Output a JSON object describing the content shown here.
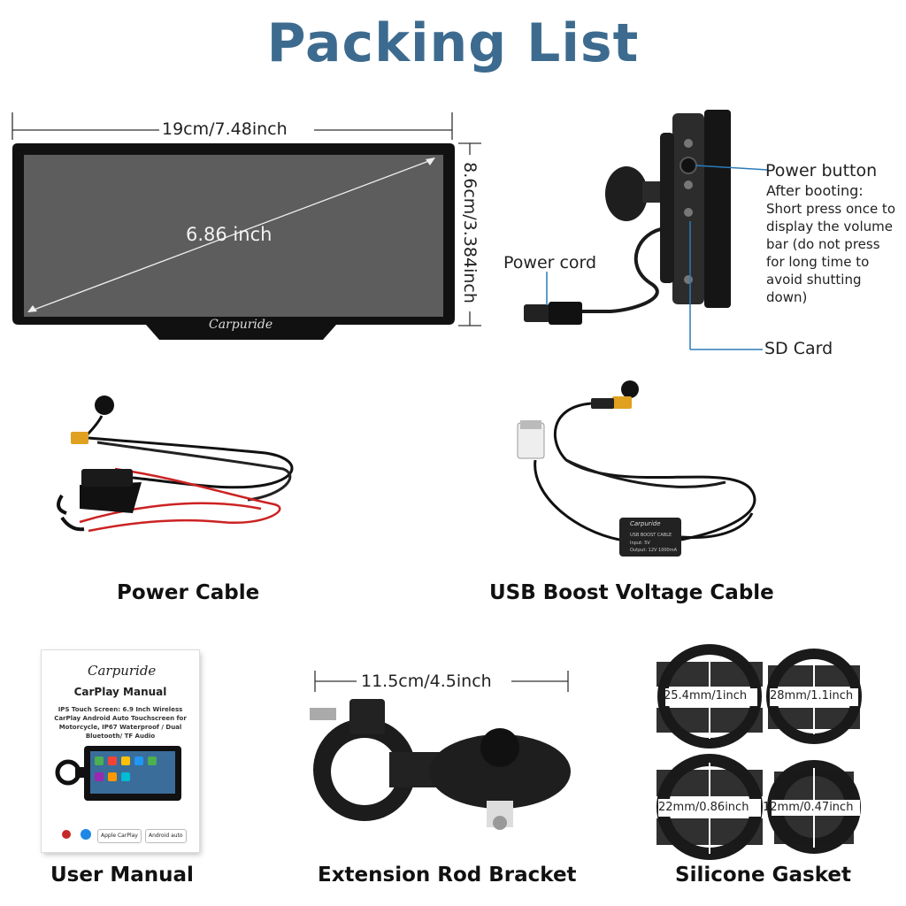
{
  "title": "Packing List",
  "brand": "Carpuride",
  "screen": {
    "width_label": "19cm/7.48inch",
    "height_label": "8.6cm/3.384inch",
    "diagonal_label": "6.86 inch"
  },
  "side_view": {
    "power_button_label": "Power button",
    "after_booting_label": "After booting:",
    "power_button_note": "Short press once to display the volume bar (do not press for long time to avoid shutting down)",
    "power_cord_label": "Power cord",
    "sd_card_label": "SD Card"
  },
  "captions": {
    "power_cable": "Power Cable",
    "usb_boost": "USB Boost Voltage Cable",
    "user_manual": "User Manual",
    "extension_bracket": "Extension Rod Bracket",
    "silicone_gasket": "Silicone Gasket"
  },
  "usb_box": {
    "brand": "Carpuride",
    "line1": "USB BOOST CABLE",
    "line2": "Input: 5V",
    "line3": "Output: 12V 1000mA"
  },
  "manual": {
    "brand": "Carpuride",
    "title": "CarPlay Manual",
    "description": "IPS Touch Screen: 6.9 Inch Wireless CarPlay Android Auto Touchscreen for Motorcycle, IP67 Waterproof / Dual Bluetooth/ TF Audio",
    "badge_carplay": "Apple CarPlay",
    "badge_android": "Android auto"
  },
  "bracket": {
    "length_label": "11.5cm/4.5inch"
  },
  "gaskets": [
    {
      "label": "25.4mm/1inch"
    },
    {
      "label": "28mm/1.1inch"
    },
    {
      "label": "22mm/0.86inch"
    },
    {
      "label": "12mm/0.47inch"
    }
  ]
}
